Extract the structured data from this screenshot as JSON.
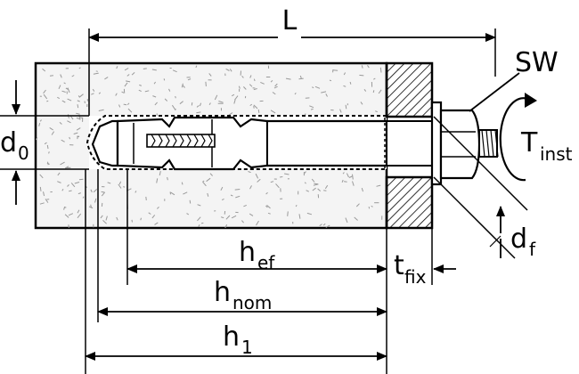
{
  "labels": {
    "L": "L",
    "SW": "SW",
    "T_inst": {
      "main": "T",
      "sub": "inst"
    },
    "d0": {
      "main": "d",
      "sub": "0"
    },
    "df": {
      "main": "d",
      "sub": "f"
    },
    "hef": {
      "main": "h",
      "sub": "ef"
    },
    "hnom": {
      "main": "h",
      "sub": "nom"
    },
    "h1": {
      "main": "h",
      "sub": "1"
    },
    "tfix": {
      "main": "t",
      "sub": "fix"
    }
  },
  "colors": {
    "line": "#000000",
    "concrete": "#f4f4f4",
    "speckle": "#9a9a9a",
    "hatch": "#000000",
    "background": "#ffffff"
  }
}
